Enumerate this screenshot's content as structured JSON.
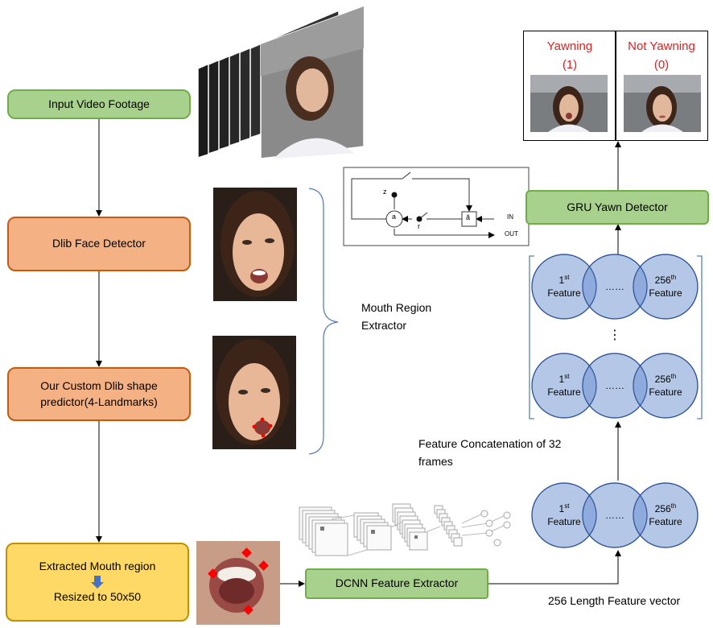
{
  "flow": {
    "input_video": "Input Video Footage",
    "face_detector": "Dlib Face Detector",
    "shape_predictor_line1": "Our Custom Dlib shape",
    "shape_predictor_line2": "predictor(4-Landmarks)",
    "extracted_line1": "Extracted Mouth region",
    "extracted_line2": "Resized to 50x50",
    "dcnn": "DCNN Feature Extractor",
    "gru": "GRU Yawn Detector"
  },
  "labels": {
    "mouth_region_line1": "Mouth Region",
    "mouth_region_line2": "Extractor",
    "concat_line1": "Feature Concatenation of 32",
    "concat_line2": "frames",
    "feature_vector": "256 Length Feature vector",
    "vertical_dots": "⋮"
  },
  "feature_circles": {
    "first_num": "1",
    "first_sup": "st",
    "last_num": "256",
    "last_sup": "th",
    "word": "Feature",
    "middle": "……"
  },
  "gru_cell": {
    "z": "z",
    "a": "a",
    "r": "r",
    "a_tilde": "ã",
    "in": "IN",
    "out": "OUT"
  },
  "output": {
    "yawning_line1": "Yawning",
    "yawning_line2": "(1)",
    "not_yawning_line1": "Not Yawning",
    "not_yawning_line2": "(0)"
  },
  "colors": {
    "green_fill": "#a9d18e",
    "orange_fill": "#f4b183",
    "yellow_fill": "#ffd966",
    "circle_fill": "#b4c7e7",
    "circle_stroke": "#2f5597",
    "overlap_fill": "#8faadc",
    "title_red": "#e02020",
    "landmark_red": "#ff0000",
    "arrow_blue": "#4472c4"
  }
}
